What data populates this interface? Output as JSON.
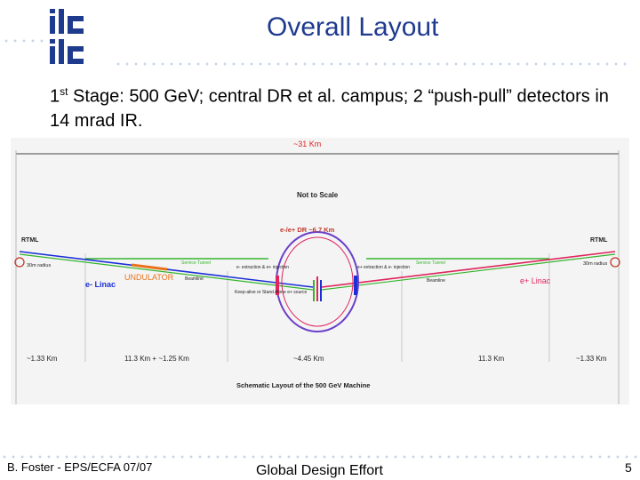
{
  "slide": {
    "title": "Overall Layout",
    "subtitle_stage_num": "1",
    "subtitle_stage_sup": "st",
    "subtitle_rest": " Stage: 500 GeV; central DR et al. campus; 2 “push-pull” detectors in 14 mrad IR.",
    "logo_text": "ilc"
  },
  "diagram": {
    "total_length": "~31 Km",
    "scale_note": "Not to Scale",
    "dr_label": "e-/e+ DR ~6.7 Km",
    "rtml_left": "RTML",
    "rtml_right": "RTML",
    "radius_left": "30m radius",
    "radius_right": "30m radius",
    "e_minus_linac": "e- Linac",
    "e_plus_linac": "e+ Linac",
    "undulator": "UNDULATOR",
    "service_tunnel_left": "Service Tunnel",
    "service_tunnel_right": "Service Tunnel",
    "beamline_left": "Beamline",
    "beamline_right": "Beamline",
    "e_minus_extraction": "e- extraction & e+ injection",
    "e_plus_extraction": "e+ extraction & e- injection",
    "keep_alive": "Keep-alive or Stand Alone e+ source",
    "dist_left": "~1.33 Km",
    "dist_left_linac": "11.3 Km + ~1.25 Km",
    "dist_center": "~4.45 Km",
    "dist_right_linac": "11.3 Km",
    "dist_right": "~1.33 Km",
    "caption": "Schematic Layout of the 500 GeV Machine",
    "colors": {
      "e_minus_line": "#1a2fd6",
      "e_plus_line": "#e0245e",
      "service_tunnel": "#35b52c",
      "undulator": "#e8721a",
      "dr_ring": "#6a3fc9",
      "rtml_ring": "#c0392b"
    }
  },
  "footer": {
    "left": "B. Foster - EPS/ECFA 07/07",
    "center": "Global Design Effort",
    "page": "5"
  }
}
